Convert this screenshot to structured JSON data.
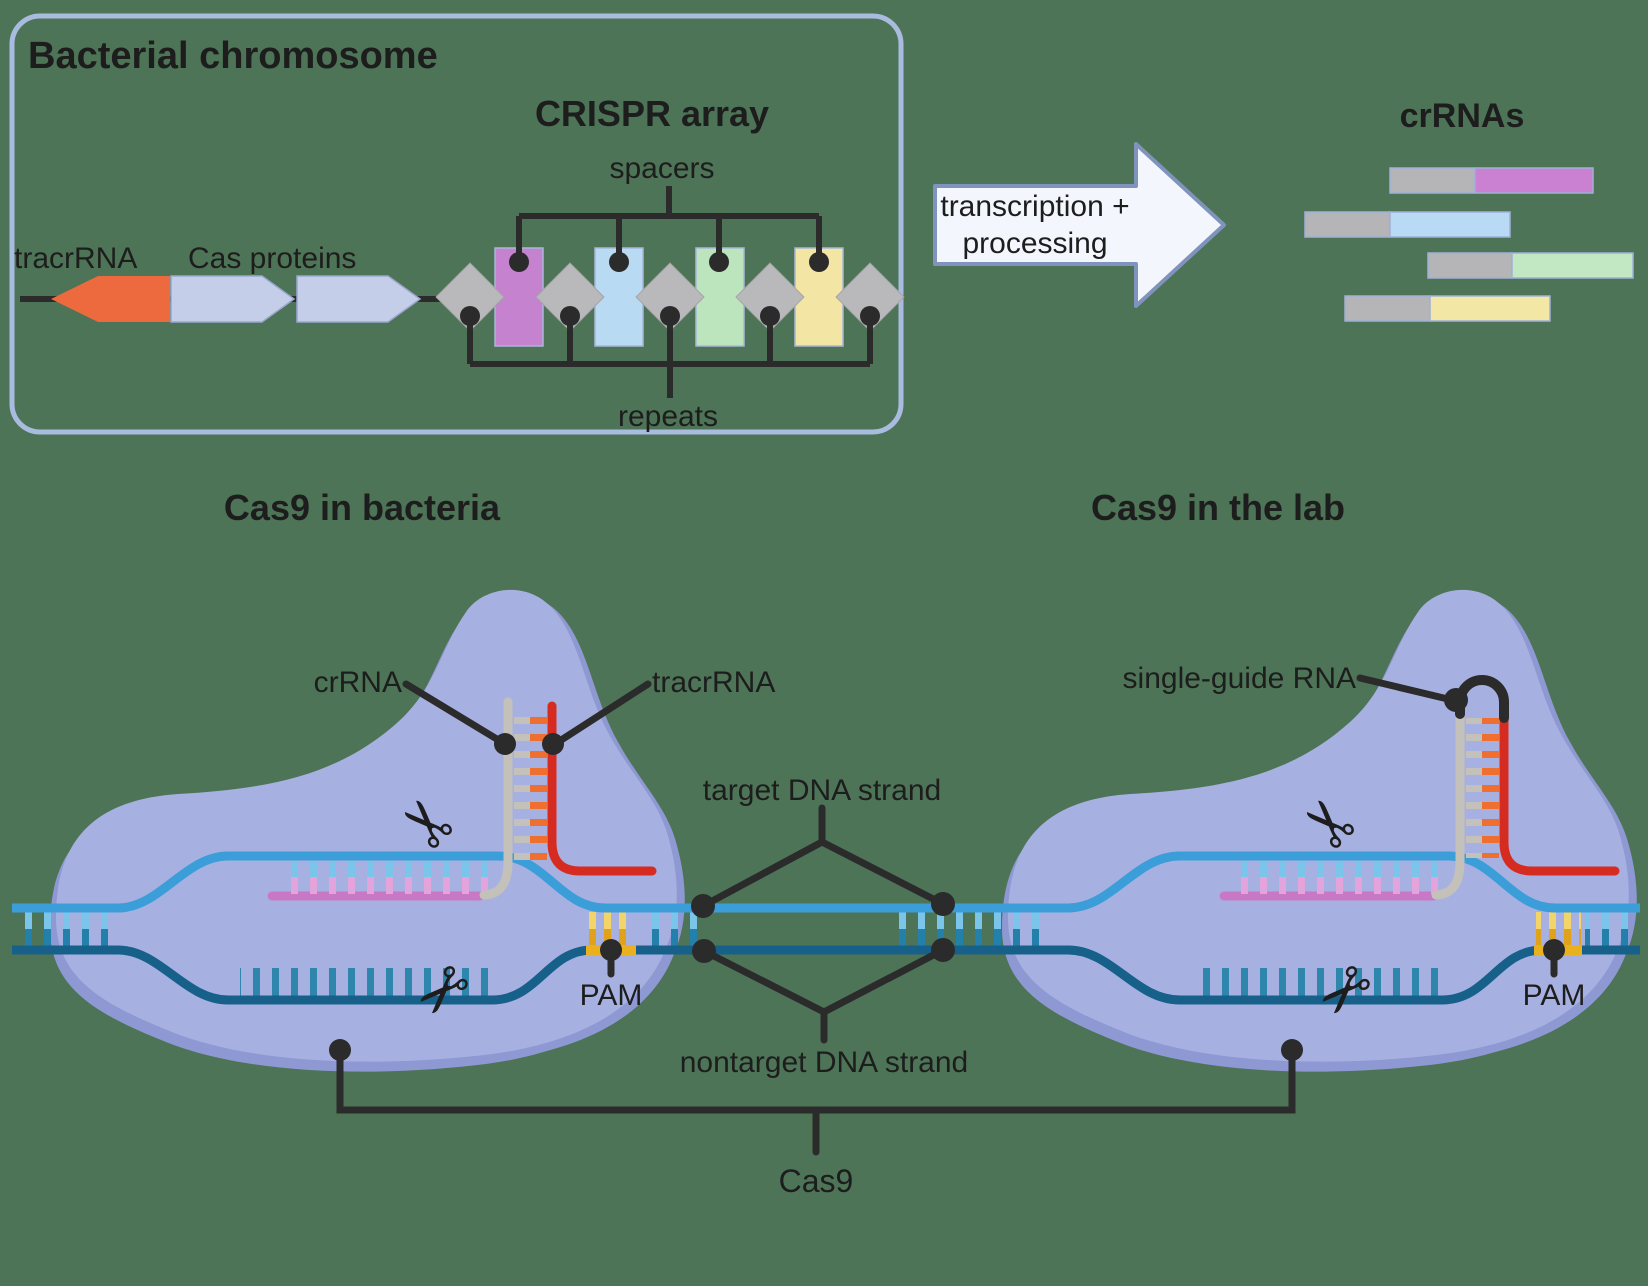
{
  "background_color": "#4d7456",
  "bacterial_chromosome_panel": {
    "title": "Bacterial chromosome",
    "tracrrna_gene_label": "tracrRNA",
    "cas_proteins_label": "Cas proteins",
    "crispr_array_title": "CRISPR array",
    "spacers_label": "spacers",
    "repeats_label": "repeats",
    "spacer_colors": [
      "#c583cf",
      "#b8daf2",
      "#bce4bd",
      "#f3e6a5"
    ],
    "repeat_color": "#b9b9bc",
    "tracrrna_gene_color": "#ec6a3d",
    "cas_gene_color": "#c5cee9",
    "border_color": "#a9bbdf"
  },
  "process_arrow": {
    "label_line1": "transcription +",
    "label_line2": "processing",
    "fill": "#f3f6fc",
    "border": "#8093bd"
  },
  "crrnas_panel": {
    "title": "crRNAs",
    "bars": [
      {
        "repeat_color": "#b5b5b7",
        "spacer_color": "#cb81d2"
      },
      {
        "repeat_color": "#b5b5b7",
        "spacer_color": "#b8daf4"
      },
      {
        "repeat_color": "#b5b5b7",
        "spacer_color": "#c2e7c3"
      },
      {
        "repeat_color": "#b5b5b7",
        "spacer_color": "#f3e7a6"
      }
    ]
  },
  "cas9_bacteria": {
    "title": "Cas9 in bacteria",
    "crrna_label": "crRNA",
    "tracrrna_label": "tracrRNA",
    "pam_label": "PAM"
  },
  "cas9_lab": {
    "title": "Cas9 in the lab",
    "sgrna_label": "single-guide RNA",
    "pam_label": "PAM"
  },
  "dna_labels": {
    "target": "target DNA strand",
    "nontarget": "nontarget DNA strand",
    "cas9": "Cas9"
  },
  "structure_colors": {
    "protein_blob": "#a7b1e1",
    "protein_blob_shadow": "#8e99d3",
    "target_strand": "#3b9ed9",
    "nontarget_strand": "#16608a",
    "rung_top": "#7cc5ea",
    "rung_bottom": "#2280ab",
    "crrna_spacer_strand": "#c978c5",
    "crrna_repeat_strand": "#c4c0ba",
    "tracrrna_strand": "#d62b20",
    "rna_rung": "#ef6f30",
    "pam": "#e9b11f",
    "scissors": "#45484d",
    "line": "#2b2b2b"
  }
}
